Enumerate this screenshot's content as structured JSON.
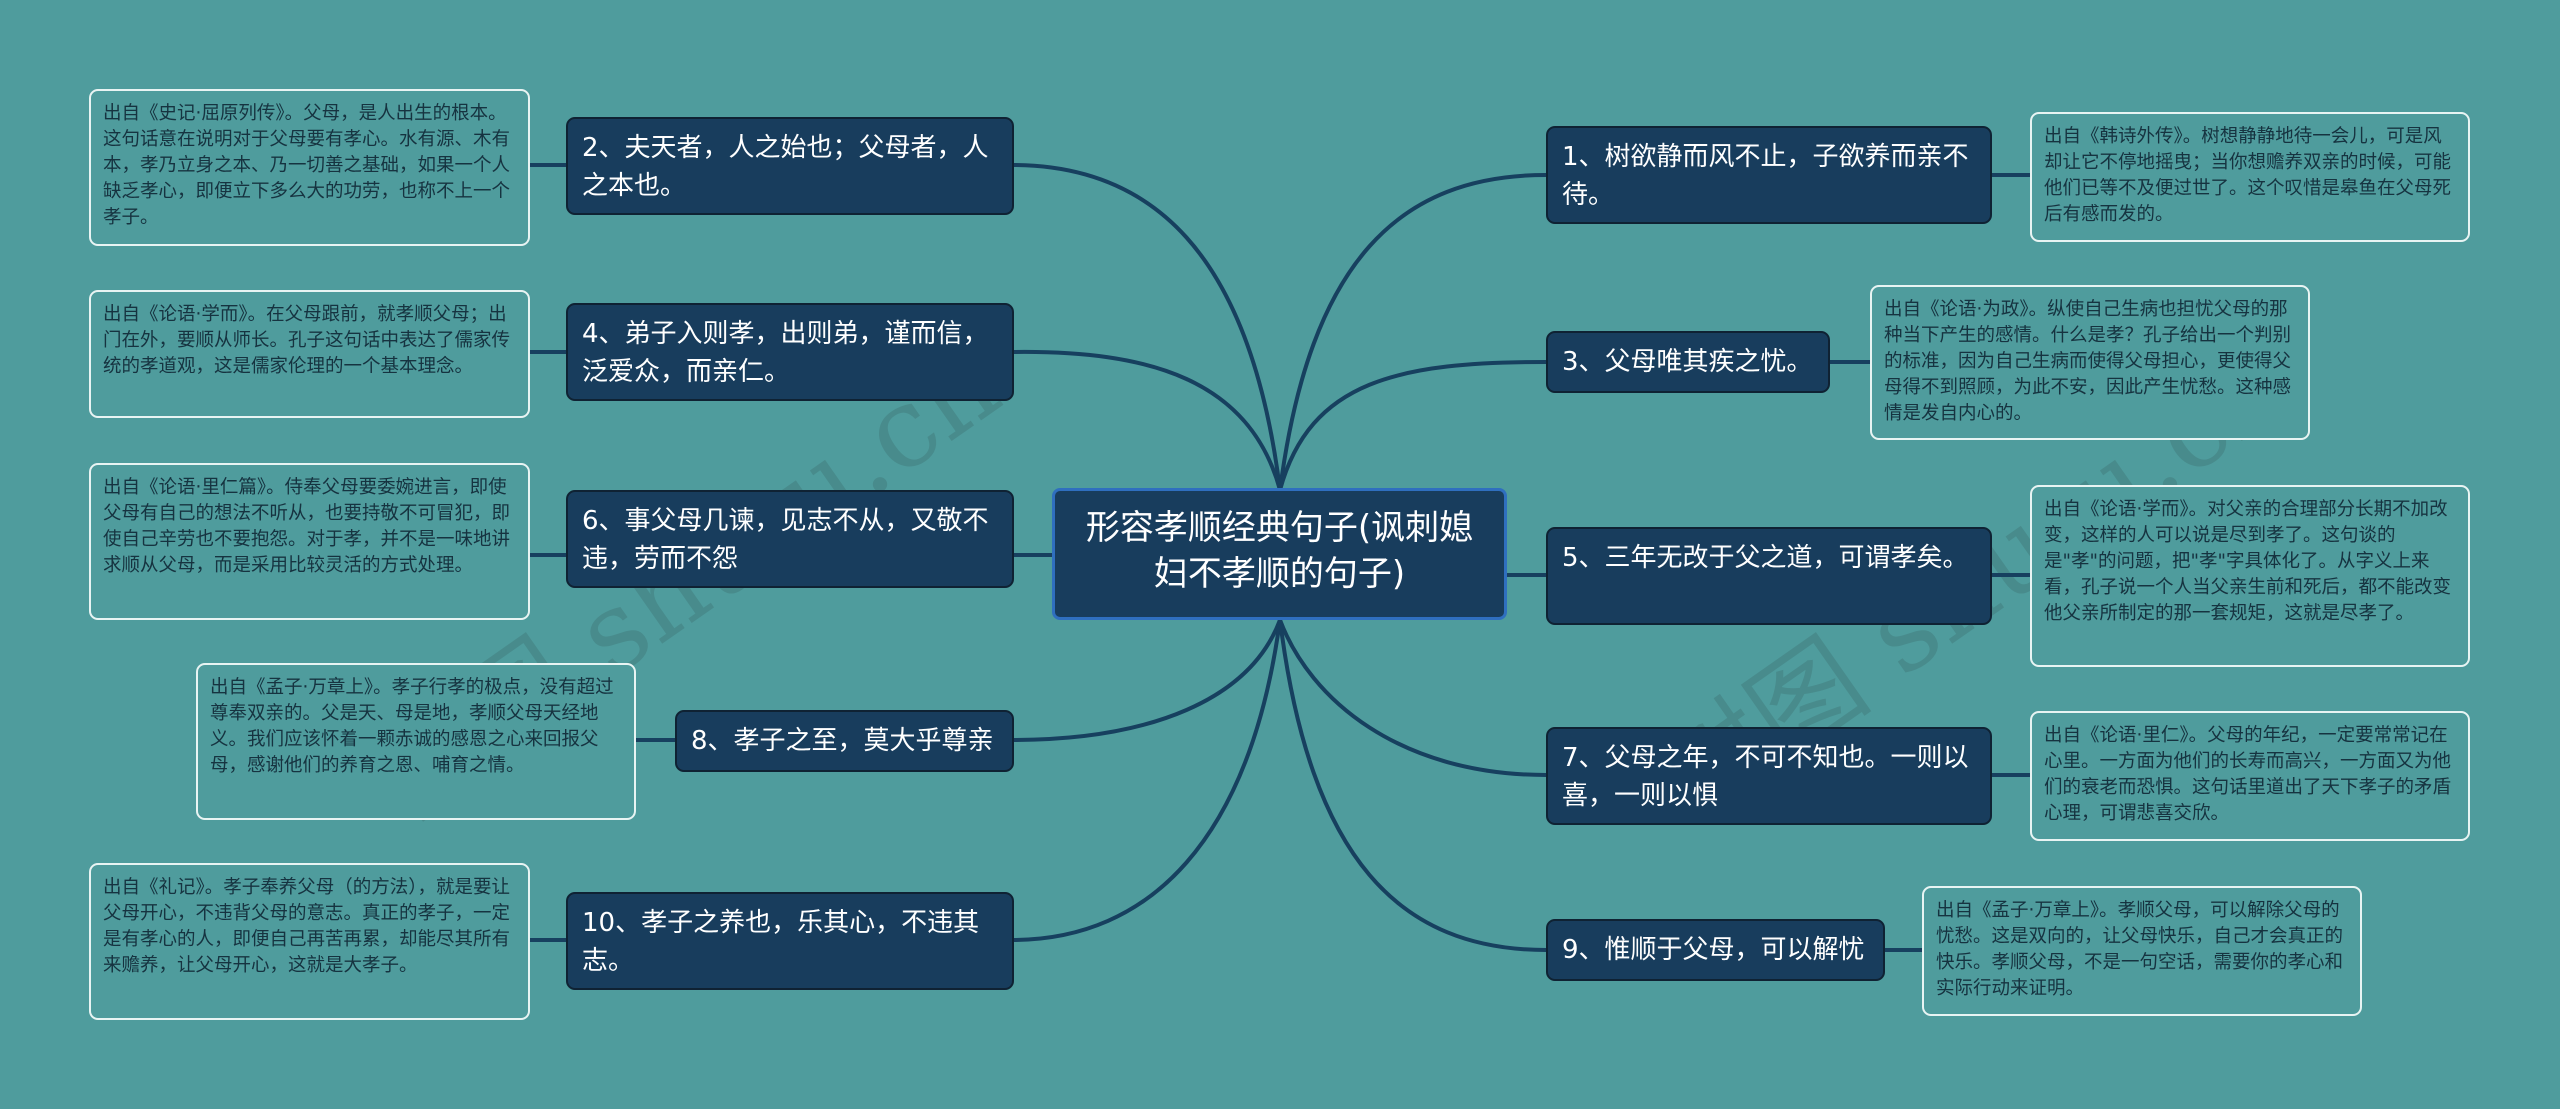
{
  "diagram": {
    "title": "形容孝顺经典句子(讽刺媳妇不孝顺的句子)",
    "watermark": "树图 shutu.cn",
    "colors": {
      "background": "#4f9c9d",
      "node_fill": "#183d5d",
      "center_border": "#2f6fbf",
      "link": "#17405f",
      "note_border": "#e8f4f3",
      "note_text": "#163340"
    },
    "left_branches": [
      {
        "label": "2、夫天者，人之始也；父母者，人之本也。",
        "note": "出自《史记·屈原列传》。父母，是人出生的根本。这句话意在说明对于父母要有孝心。水有源、木有本，孝乃立身之本、乃一切善之基础，如果一个人缺乏孝心，即便立下多么大的功劳，也称不上一个孝子。"
      },
      {
        "label": "4、弟子入则孝，出则弟，谨而信，泛爱众，而亲仁。",
        "note": "出自《论语·学而》。在父母跟前，就孝顺父母；出门在外，要顺从师长。孔子这句话中表达了儒家传统的孝道观，这是儒家伦理的一个基本理念。"
      },
      {
        "label": "6、事父母几谏，见志不从，又敬不违，劳而不怨",
        "note": "出自《论语·里仁篇》。侍奉父母要委婉进言，即使父母有自己的想法不听从，也要持敬不可冒犯，即使自己辛劳也不要抱怨。对于孝，并不是一味地讲求顺从父母，而是采用比较灵活的方式处理。"
      },
      {
        "label": "8、孝子之至，莫大乎尊亲",
        "note": "出自《孟子·万章上》。孝子行孝的极点，没有超过尊奉双亲的。父是天、母是地，孝顺父母天经地义。我们应该怀着一颗赤诚的感恩之心来回报父母，感谢他们的养育之恩、哺育之情。"
      },
      {
        "label": "10、孝子之养也，乐其心，不违其志。",
        "note": "出自《礼记》。孝子奉养父母（的方法），就是要让父母开心，不违背父母的意志。真正的孝子，一定是有孝心的人，即便自己再苦再累，却能尽其所有来赡养，让父母开心，这就是大孝子。"
      }
    ],
    "right_branches": [
      {
        "label": "1、树欲静而风不止，子欲养而亲不待。",
        "note": "出自《韩诗外传》。树想静静地待一会儿，可是风却让它不停地摇曳；当你想赡养双亲的时候，可能他们已等不及便过世了。这个叹惜是皋鱼在父母死后有感而发的。"
      },
      {
        "label": "3、父母唯其疾之忧。",
        "note": "出自《论语·为政》。纵使自己生病也担忧父母的那种当下产生的感情。什么是孝？孔子给出一个判别的标准，因为自己生病而使得父母担心，更使得父母得不到照顾，为此不安，因此产生忧愁。这种感情是发自内心的。"
      },
      {
        "label": "5、三年无改于父之道，可谓孝矣。",
        "note": "出自《论语·学而》。对父亲的合理部分长期不加改变，这样的人可以说是尽到孝了。这句谈的是\"孝\"的问题，把\"孝\"字具体化了。从字义上来看，孔子说一个人当父亲生前和死后，都不能改变他父亲所制定的那一套规矩，这就是尽孝了。"
      },
      {
        "label": "7、父母之年，不可不知也。一则以喜，一则以惧",
        "note": "出自《论语·里仁》。父母的年纪，一定要常常记在心里。一方面为他们的长寿而高兴，一方面又为他们的衰老而恐惧。这句话里道出了天下孝子的矛盾心理，可谓悲喜交欣。"
      },
      {
        "label": "9、惟顺于父母，可以解忧",
        "note": "出自《孟子·万章上》。孝顺父母，可以解除父母的忧愁。这是双向的，让父母快乐，自己才会真正的快乐。孝顺父母，不是一句空话，需要你的孝心和实际行动来证明。"
      }
    ]
  }
}
